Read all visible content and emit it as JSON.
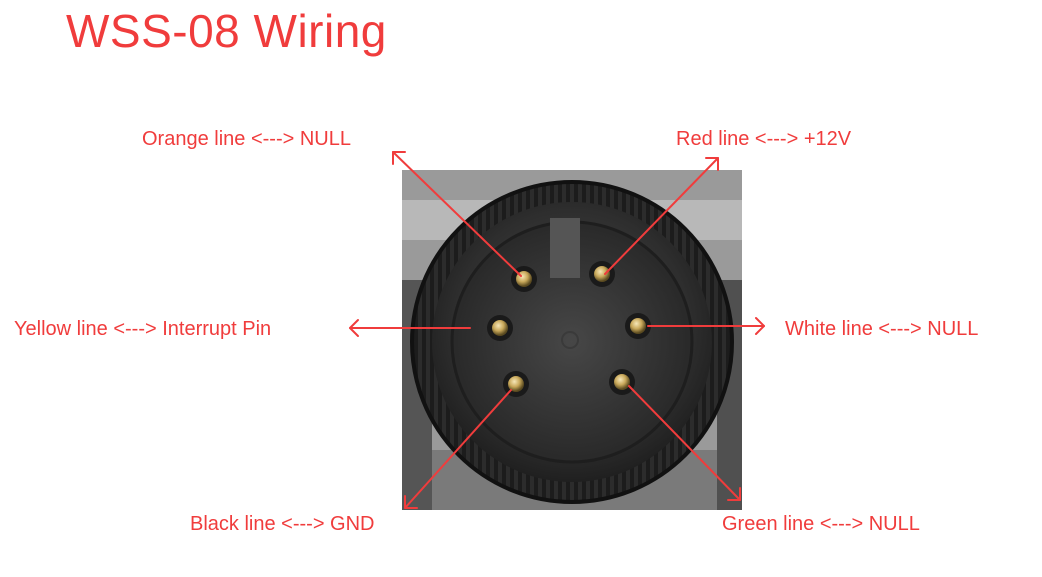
{
  "title": "WSS-08 Wiring",
  "accent_color": "#f03c3c",
  "pins": {
    "orange": "Orange line <---> NULL",
    "red": "Red line <---> +12V",
    "yellow": "Yellow line <---> Interrupt Pin",
    "white": "White line <---> NULL",
    "black": "Black line <---> GND",
    "green": "Green line <---> NULL"
  }
}
